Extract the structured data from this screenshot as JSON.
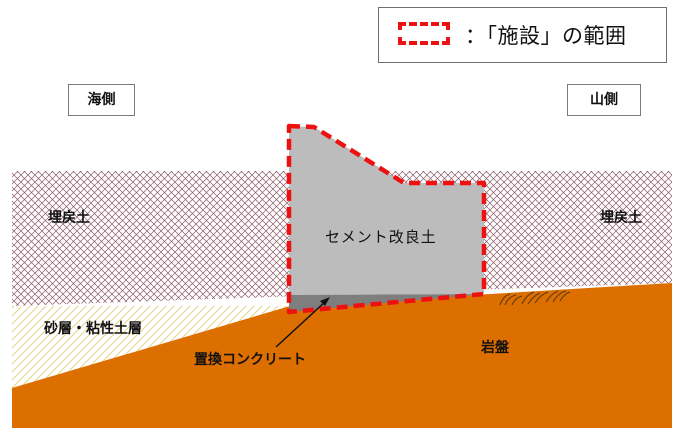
{
  "legend": {
    "text": "：「施設」の範囲"
  },
  "sides": {
    "sea": "海側",
    "mountain": "山側"
  },
  "layers": {
    "fill_left": "埋戻土",
    "fill_right": "埋戻土",
    "sand_clay": "砂層・粘性土層",
    "bedrock": "岩盤",
    "cement": "セメント改良土",
    "replacement": "置換コンクリート"
  },
  "colors": {
    "facility_outline": "#ee1111",
    "bedrock": "#dd6e00",
    "cement": "#bcbcbc",
    "replacement_concrete": "#7e7e7e",
    "fill_hatch": "#8a5b66",
    "sand_hatch": "#e2cf7a"
  }
}
